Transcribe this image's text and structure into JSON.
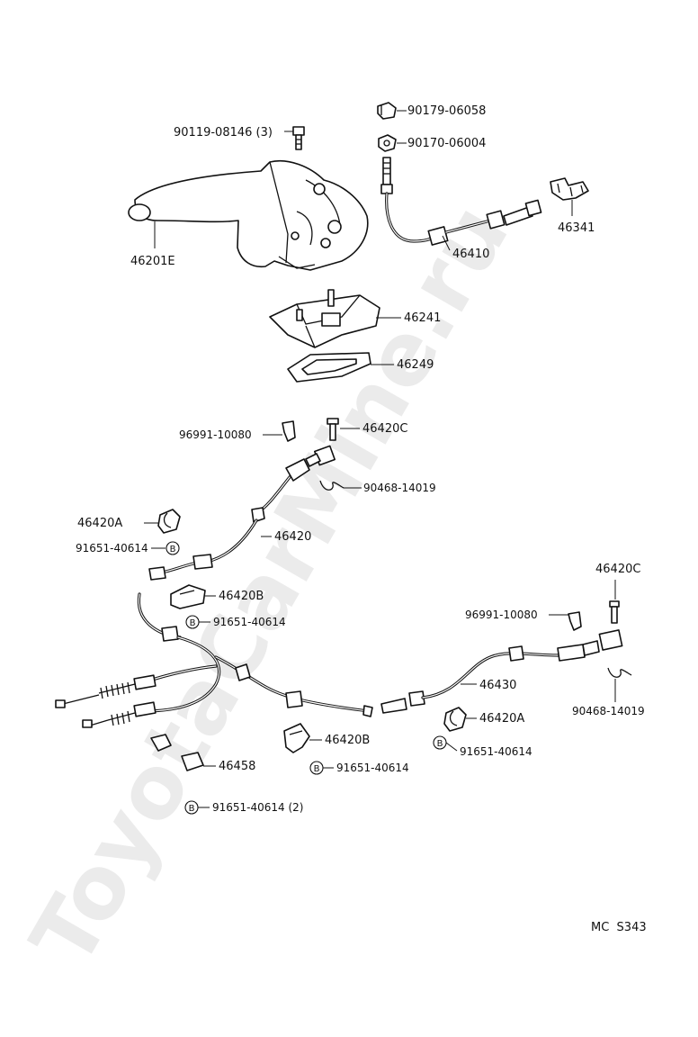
{
  "watermark": "ToyotaCarMine.ru",
  "footer_code": "MC  S343",
  "badge_letter": "B",
  "labels": {
    "bolt_90119": "90119-08146 (3)",
    "nut_90179": "90179-06058",
    "nut_90170": "90170-06004",
    "lever_46201E": "46201E",
    "cable_46410": "46410",
    "clip_46341": "46341",
    "bracket_46241": "46241",
    "boot_46249": "46249",
    "clip_96991_top": "96991-10080",
    "pin_46420C_top": "46420C",
    "pin_90468_top": "90468-14019",
    "clamp_46420A_left": "46420A",
    "bolt_91651_a": "91651-40614",
    "cable_46420": "46420",
    "bracket_46420B_top": "46420B",
    "bolt_91651_b": "91651-40614",
    "pin_46420C_right": "46420C",
    "clip_96991_right": "96991-10080",
    "cable_46430": "46430",
    "pin_90468_right": "90468-14019",
    "clamp_46420A_right": "46420A",
    "bolt_91651_c": "91651-40614",
    "bracket_46420B_bottom": "46420B",
    "bolt_91651_d": "91651-40614",
    "clip_46458": "46458",
    "bolt_91651_e": "91651-40614 (2)"
  }
}
